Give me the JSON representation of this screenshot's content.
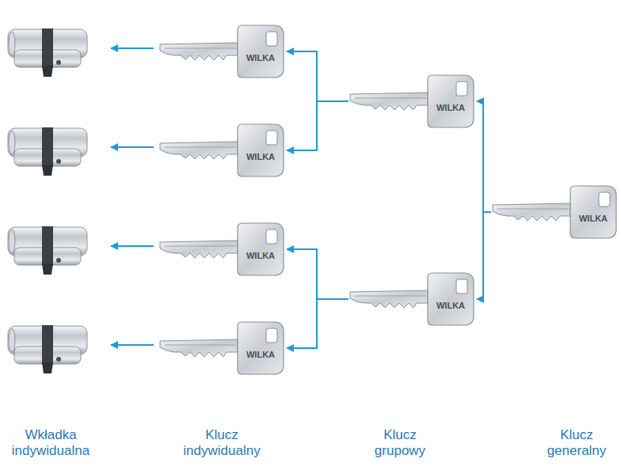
{
  "diagram": {
    "nodes": [
      {
        "text": [
          "WILKA"
        ]
      },
      {
        "text": [
          "WILKA"
        ]
      },
      {
        "text": [
          "WILKA"
        ]
      },
      {
        "text": [
          "WILKA"
        ]
      },
      {
        "text": [
          "WILKA"
        ]
      },
      {
        "text": [
          "WILKA"
        ]
      },
      {
        "text": [
          "WILKA"
        ]
      }
    ],
    "edges": [
      {
        "from": 4,
        "to": 0,
        "arrow": "to"
      },
      {
        "from": 4,
        "to": 1,
        "arrow": "to"
      },
      {
        "from": 5,
        "to": 2,
        "arrow": "to"
      },
      {
        "from": 5,
        "to": 3,
        "arrow": "to"
      },
      {
        "from": 6,
        "to": 4,
        "arrow": "to"
      },
      {
        "from": 6,
        "to": 5,
        "arrow": "to"
      }
    ],
    "labels": [
      "Wkładka indywidualna",
      "Klucz indywidualny",
      "Klucz grupowy",
      "Klucz generalny"
    ]
  }
}
